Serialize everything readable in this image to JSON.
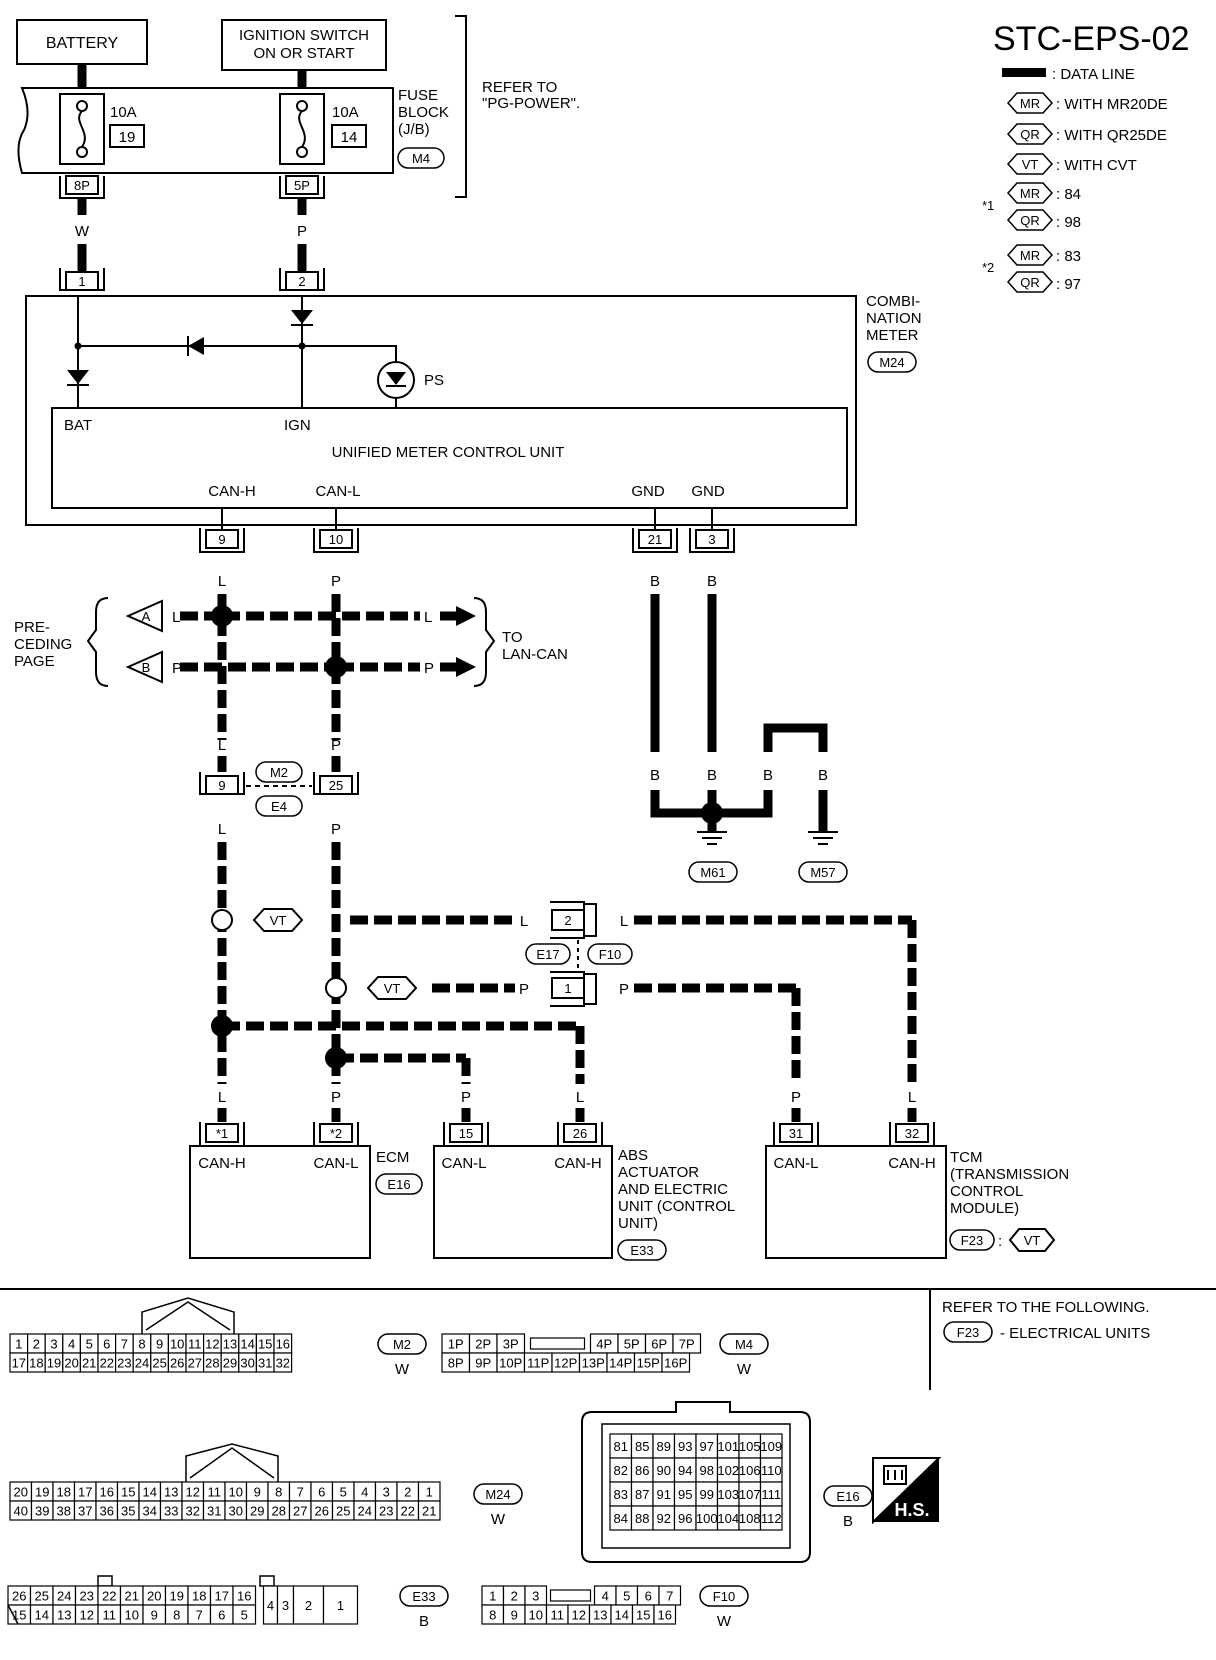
{
  "diagram_id": "STC-EPS-02",
  "legend": {
    "data_line": ": DATA LINE",
    "mr_code": "MR",
    "mr_desc": ": WITH MR20DE",
    "qr_code": "QR",
    "qr_desc": ": WITH QR25DE",
    "vt_code": "VT",
    "vt_desc": ": WITH CVT",
    "note1": "*1",
    "note1_mr": ": 84",
    "note1_qr": ": 98",
    "note2": "*2",
    "note2_mr": ": 83",
    "note2_qr": ": 97"
  },
  "power": {
    "battery": "BATTERY",
    "ignition_line1": "IGNITION SWITCH",
    "ignition_line2": "ON OR START",
    "fuse1_rating": "10A",
    "fuse1_no": "19",
    "fuse2_rating": "10A",
    "fuse2_no": "14",
    "fuse_block_l1": "FUSE",
    "fuse_block_l2": "BLOCK",
    "fuse_block_l3": "(J/B)",
    "fuse_block_conn": "M4",
    "refer_l1": "REFER TO",
    "refer_l2": "\"PG-POWER\".",
    "pin_8p": "8P",
    "pin_5p": "5P",
    "wire_w": "W",
    "wire_p": "P"
  },
  "meter": {
    "pin1": "1",
    "pin2": "2",
    "label_l1": "COMBI-",
    "label_l2": "NATION",
    "label_l3": "METER",
    "conn": "M24",
    "ps": "PS",
    "bat": "BAT",
    "ign": "IGN",
    "unit": "UNIFIED METER CONTROL UNIT",
    "can_h": "CAN-H",
    "can_l": "CAN-L",
    "gnd1": "GND",
    "gnd2": "GND",
    "pin9": "9",
    "pin10": "10",
    "pin21": "21",
    "pin3": "3"
  },
  "wires": {
    "l": "L",
    "p": "P",
    "b": "B"
  },
  "preceding": {
    "l1": "PRE-",
    "l2": "CEDING",
    "l3": "PAGE",
    "a": "A",
    "b": "B"
  },
  "lan": {
    "l1": "TO",
    "l2": "LAN-CAN"
  },
  "joint": {
    "pin9": "9",
    "pin25": "25",
    "conn1": "M2",
    "conn2": "E4"
  },
  "grounds": {
    "g1": "M61",
    "g2": "M57"
  },
  "vt_mark": "VT",
  "inline": {
    "pin2": "2",
    "pin1": "1",
    "conn1": "E17",
    "conn2": "F10"
  },
  "ecm": {
    "pin_a": "*1",
    "pin_b": "*2",
    "can_h": "CAN-H",
    "can_l": "CAN-L",
    "label": "ECM",
    "conn": "E16"
  },
  "abs": {
    "pin_a": "15",
    "pin_b": "26",
    "can_l": "CAN-L",
    "can_h": "CAN-H",
    "l1": "ABS",
    "l2": "ACTUATOR",
    "l3": "AND ELECTRIC",
    "l4": "UNIT (CONTROL",
    "l5": "UNIT)",
    "conn": "E33"
  },
  "tcm": {
    "pin_a": "31",
    "pin_b": "32",
    "can_l": "CAN-L",
    "can_h": "CAN-H",
    "l1": "TCM",
    "l2": "(TRANSMISSION",
    "l3": "CONTROL",
    "l4": "MODULE)",
    "conn": "F23",
    "cond": "VT"
  },
  "refer_following": {
    "l1": "REFER TO THE FOLLOWING.",
    "conn": "F23",
    "desc": "- ELECTRICAL UNITS"
  },
  "connectors": {
    "m2": {
      "name": "M2",
      "color": "W",
      "row1": [
        "1",
        "2",
        "3",
        "4",
        "5",
        "6",
        "7",
        "8",
        "9",
        "10",
        "11",
        "12",
        "13",
        "14",
        "15",
        "16"
      ],
      "row2": [
        "17",
        "18",
        "19",
        "20",
        "21",
        "22",
        "23",
        "24",
        "25",
        "26",
        "27",
        "28",
        "29",
        "30",
        "31",
        "32"
      ]
    },
    "m4": {
      "name": "M4",
      "color": "W",
      "row1": [
        "1P",
        "2P",
        "3P",
        "4P",
        "5P",
        "6P",
        "7P"
      ],
      "row2": [
        "8P",
        "9P",
        "10P",
        "11P",
        "12P",
        "13P",
        "14P",
        "15P",
        "16P"
      ]
    },
    "m24": {
      "name": "M24",
      "color": "W",
      "row1": [
        "20",
        "19",
        "18",
        "17",
        "16",
        "15",
        "14",
        "13",
        "12",
        "11",
        "10",
        "9",
        "8",
        "7",
        "6",
        "5",
        "4",
        "3",
        "2",
        "1"
      ],
      "row2": [
        "40",
        "39",
        "38",
        "37",
        "36",
        "35",
        "34",
        "33",
        "32",
        "31",
        "30",
        "29",
        "28",
        "27",
        "26",
        "25",
        "24",
        "23",
        "22",
        "21"
      ]
    },
    "e16": {
      "name": "E16",
      "color": "B",
      "rows": [
        [
          "81",
          "85",
          "89",
          "93",
          "97",
          "101",
          "105",
          "109"
        ],
        [
          "82",
          "86",
          "90",
          "94",
          "98",
          "102",
          "106",
          "110"
        ],
        [
          "83",
          "87",
          "91",
          "95",
          "99",
          "103",
          "107",
          "111"
        ],
        [
          "84",
          "88",
          "92",
          "96",
          "100",
          "104",
          "108",
          "112"
        ]
      ]
    },
    "e33": {
      "name": "E33",
      "color": "B",
      "row1": [
        "26",
        "25",
        "24",
        "23",
        "22",
        "21",
        "20",
        "19",
        "18",
        "17",
        "16"
      ],
      "row2": [
        "15",
        "14",
        "13",
        "12",
        "11",
        "10",
        "9",
        "8",
        "7",
        "6",
        "5"
      ],
      "big": [
        "4",
        "3",
        "2",
        "1"
      ]
    },
    "f10": {
      "name": "F10",
      "color": "W",
      "row1": [
        "1",
        "2",
        "3",
        "4",
        "5",
        "6",
        "7"
      ],
      "row2": [
        "8",
        "9",
        "10",
        "11",
        "12",
        "13",
        "14",
        "15",
        "16"
      ]
    }
  },
  "hs": "H.S."
}
